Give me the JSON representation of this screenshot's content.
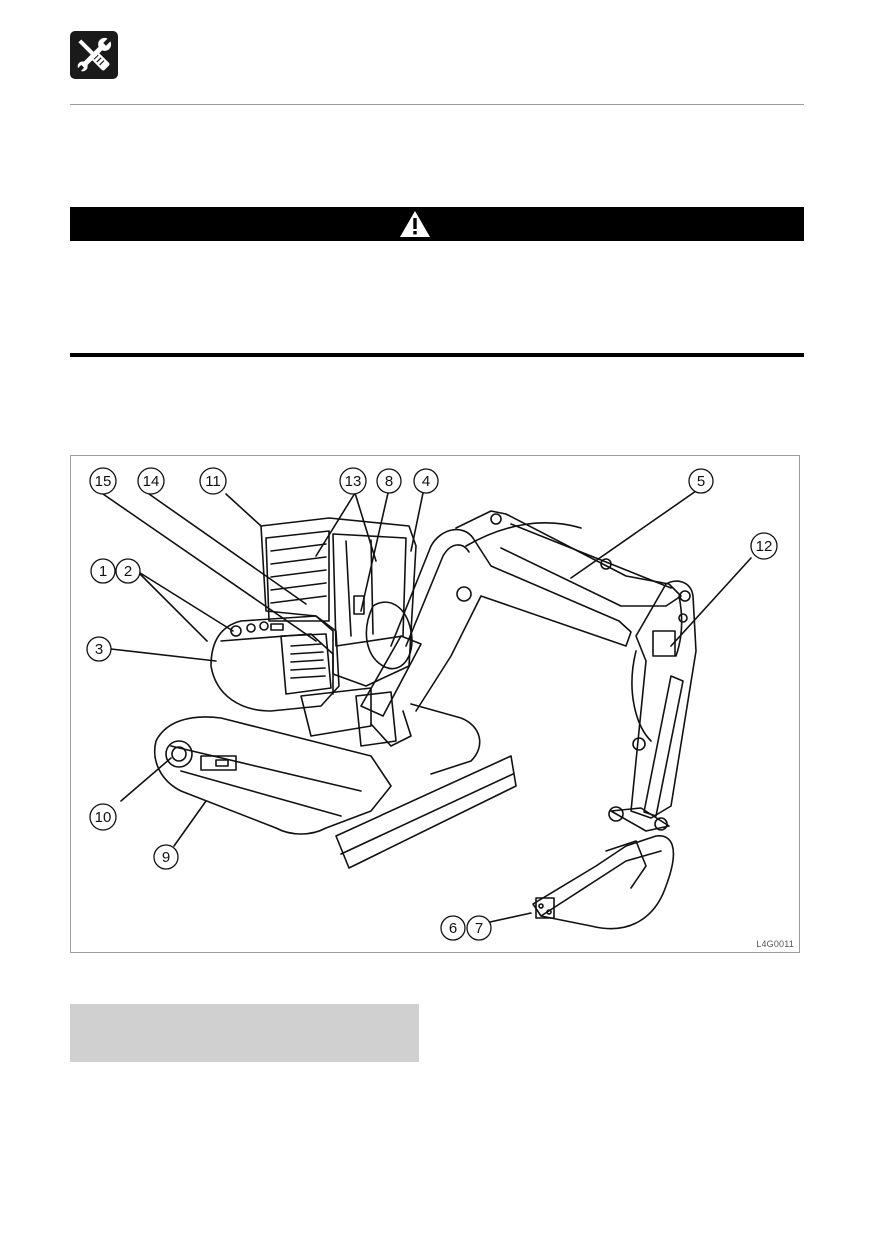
{
  "header": {
    "icon": "wrench-screwdriver-icon"
  },
  "warning": {
    "icon": "warning-triangle-icon"
  },
  "figure": {
    "code": "L4G0011",
    "callouts": [
      "1",
      "2",
      "3",
      "4",
      "5",
      "6",
      "7",
      "8",
      "9",
      "10",
      "11",
      "12",
      "13",
      "14",
      "15"
    ]
  },
  "colors": {
    "ink": "#000000",
    "rule": "#9a9a9a",
    "grayBox": "#d0d0d0",
    "frame": "#9c9c9c"
  }
}
